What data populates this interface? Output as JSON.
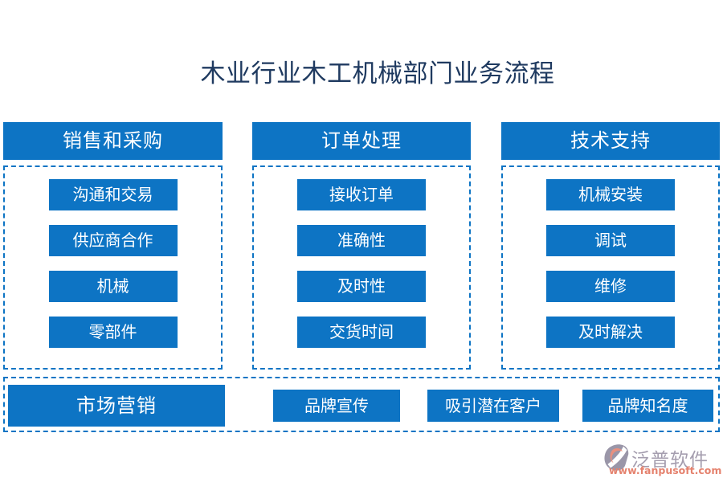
{
  "title": "木业行业木工机械部门业务流程",
  "colors": {
    "box_blue": "#0d74c4",
    "dashed_border_blue": "#0d74c4",
    "title_text": "#1f3a60",
    "box_text": "#ffffff",
    "logo_gray": "#9a96a8",
    "logo_pink": "#e8907f",
    "logo_url_pink": "#e5826e"
  },
  "columns": [
    {
      "header": "销售和采购",
      "items": [
        "沟通和交易",
        "供应商合作",
        "机械",
        "零部件"
      ]
    },
    {
      "header": "订单处理",
      "items": [
        "接收订单",
        "准确性",
        "及时性",
        "交货时间"
      ]
    },
    {
      "header": "技术支持",
      "items": [
        "机械安装",
        "调试",
        "维修",
        "及时解决"
      ]
    }
  ],
  "bottom_row": {
    "header": "市场营销",
    "items": [
      "品牌宣传",
      "吸引潜在客户",
      "品牌知名度"
    ]
  },
  "logo": {
    "name": "泛普软件",
    "url": "www.fanpusoft.com"
  }
}
